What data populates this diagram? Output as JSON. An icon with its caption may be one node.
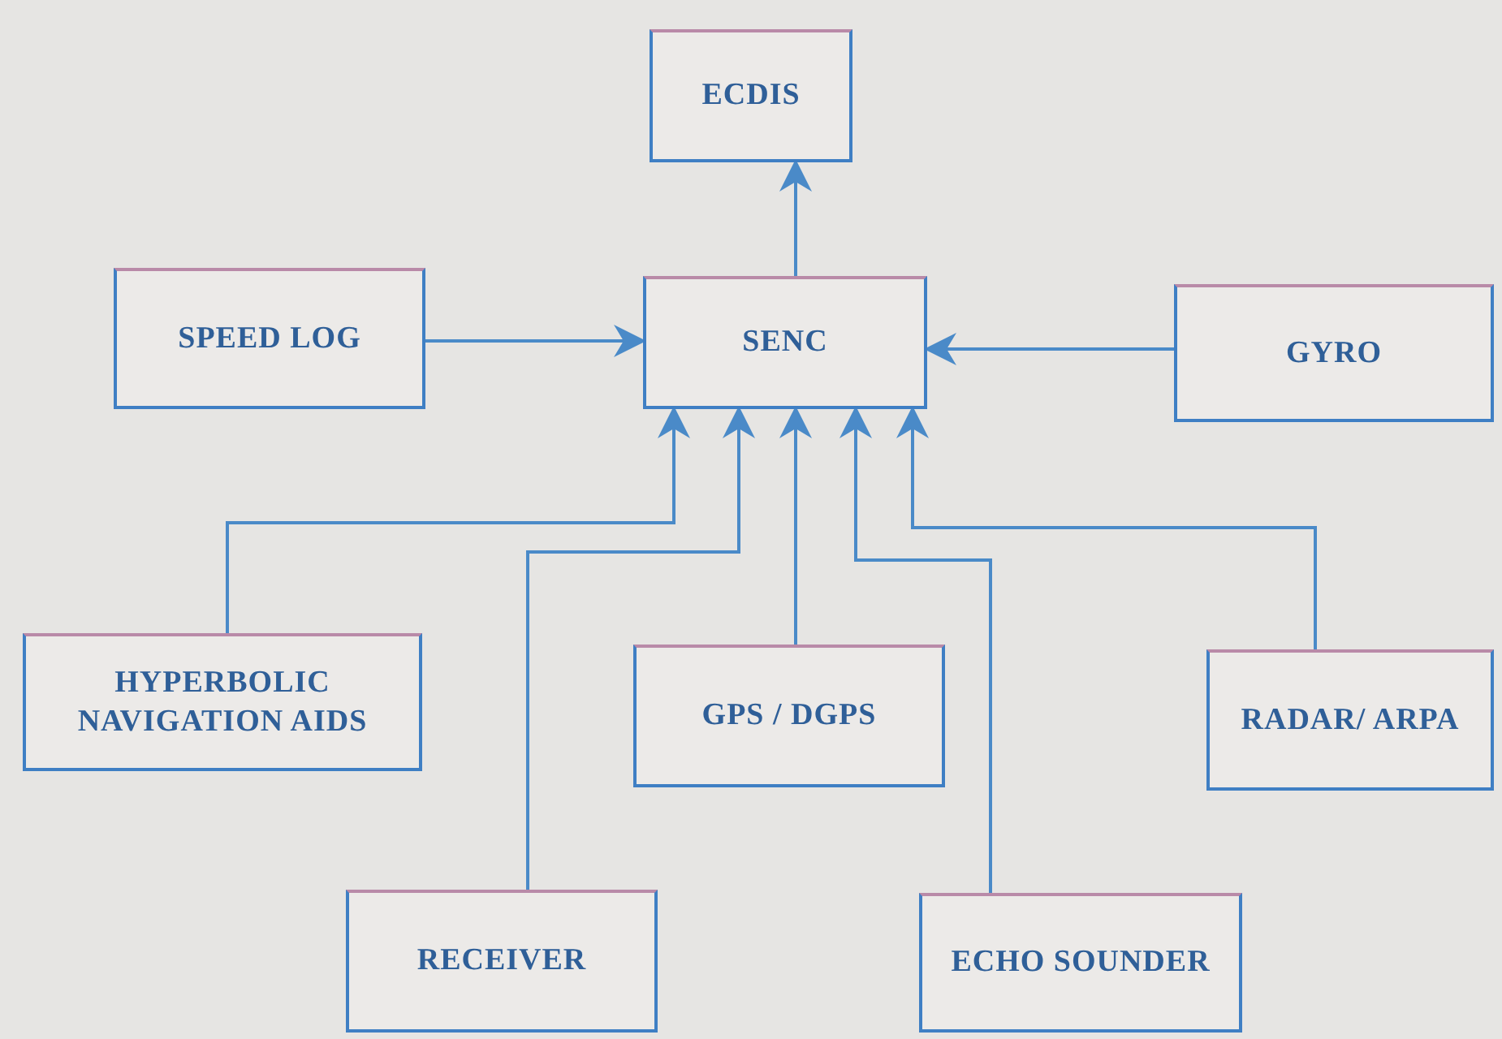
{
  "diagram": {
    "nodes": [
      {
        "text": [
          "ECDIS"
        ]
      },
      {
        "text": [
          "SPEED LOG"
        ]
      },
      {
        "text": [
          "SENC"
        ]
      },
      {
        "text": [
          "GYRO"
        ]
      },
      {
        "text": [
          "HYPERBOLIC NAVIGATION AIDS"
        ]
      },
      {
        "text": [
          "GPS / DGPS"
        ]
      },
      {
        "text": [
          "RADAR/ ARPA"
        ]
      },
      {
        "text": [
          "RECEIVER"
        ]
      },
      {
        "text": [
          "ECHO SOUNDER"
        ]
      }
    ],
    "edges": [
      {
        "from": 2,
        "to": 0,
        "arrow": "to"
      },
      {
        "from": 1,
        "to": 2,
        "arrow": "to"
      },
      {
        "from": 3,
        "to": 2,
        "arrow": "to"
      },
      {
        "from": 4,
        "to": 2,
        "arrow": "to"
      },
      {
        "from": 7,
        "to": 2,
        "arrow": "to"
      },
      {
        "from": 5,
        "to": 2,
        "arrow": "to"
      },
      {
        "from": 8,
        "to": 2,
        "arrow": "to"
      },
      {
        "from": 6,
        "to": 2,
        "arrow": "to"
      }
    ]
  }
}
